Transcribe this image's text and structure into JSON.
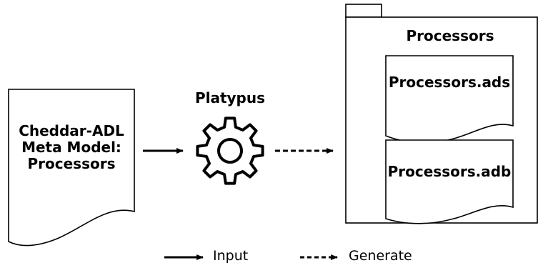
{
  "input_document": {
    "lines": [
      "Cheddar-ADL",
      "Meta Model:",
      "Processors"
    ]
  },
  "tool": {
    "label": "Platypus"
  },
  "package": {
    "title": "Processors",
    "files": [
      {
        "label": "Processors.ads"
      },
      {
        "label": "Processors.adb"
      }
    ]
  },
  "legend": {
    "input_label": "Input",
    "generate_label": "Generate"
  }
}
